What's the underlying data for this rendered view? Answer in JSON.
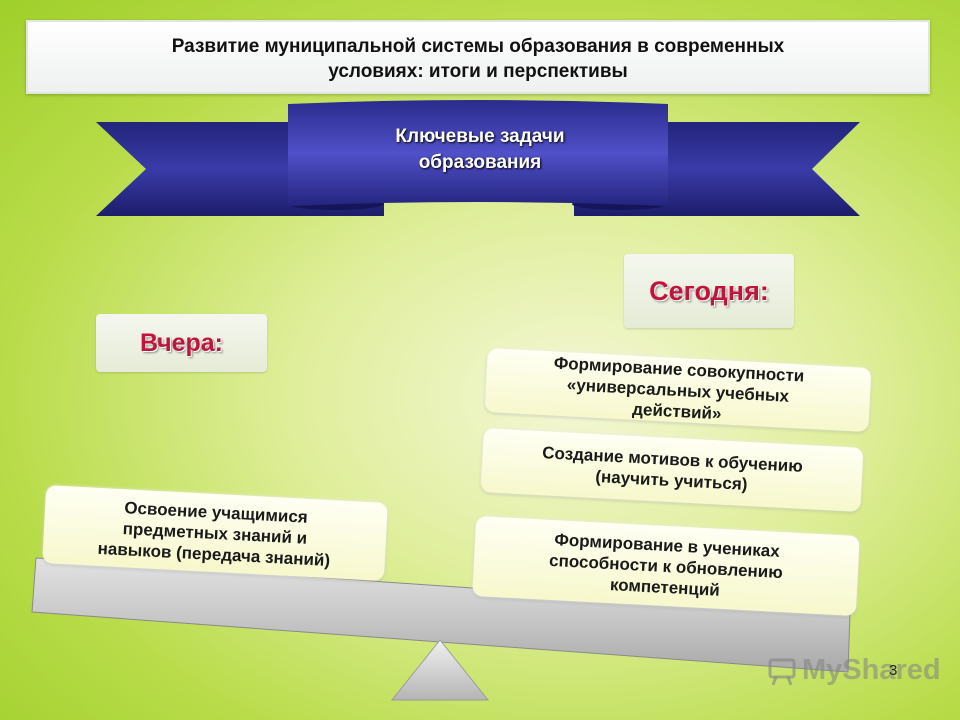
{
  "slide": {
    "title_line1": "Развитие муниципальной системы образования  в современных",
    "title_line2": "условиях: итоги и перспективы",
    "banner_line1": "Ключевые задачи",
    "banner_line2": "образования",
    "yesterday_label": "Вчера:",
    "today_label": "Сегодня:",
    "yesterday_items": [
      {
        "line1": "Освоение учащимися",
        "line2": "предметных знаний и",
        "line3": "навыков (передача знаний)"
      }
    ],
    "today_items": [
      {
        "line1": "Формирование совокупности",
        "line2": "«универсальных учебных",
        "line3": "действий»"
      },
      {
        "line1": "Создание мотивов к обучению",
        "line2": "(научить учиться)"
      },
      {
        "line1": "Формирование в учениках",
        "line2": "способности к обновлению",
        "line3": "компетенций"
      }
    ],
    "watermark": "MyShared",
    "page_number": "3"
  },
  "colors": {
    "banner": "#2e2f9a",
    "accent_red": "#c0143c",
    "background_green": "#b9dc4a"
  }
}
